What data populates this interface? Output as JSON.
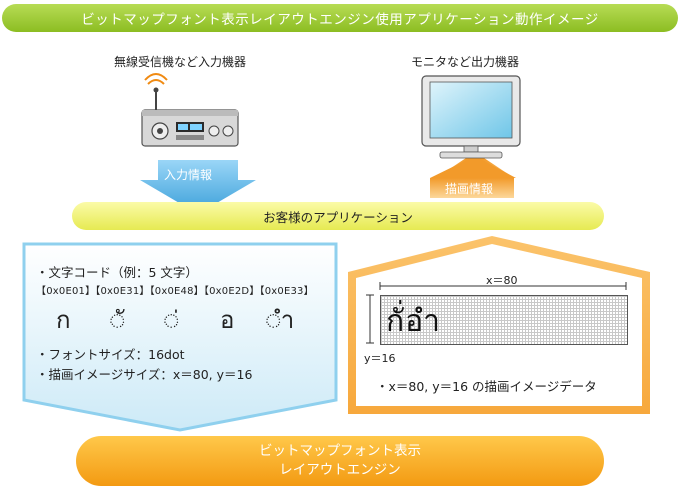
{
  "title": "ビットマップフォント表示レイアウトエンジン使用アプリケーション動作イメージ",
  "input_device_label": "無線受信機など入力機器",
  "output_device_label": "モニタなど出力機器",
  "input_arrow_label": "入力情報",
  "output_arrow_label": "描画情報",
  "app_bar_label": "お客様のアプリケーション",
  "left_panel": {
    "char_code_line": "・文字コード（例：5 文字）",
    "codes": [
      "【0x0E01】",
      "【0x0E31】",
      "【0x0E48】",
      "【0x0E2D】",
      "【0x0E33】"
    ],
    "thai_chars": [
      "ก",
      "◌ั",
      "◌่",
      "อ",
      "◌ำ"
    ],
    "font_size_line": "・フォントサイズ：16dot",
    "image_size_line": "・描画イメージサイズ：x＝80, y＝16"
  },
  "right_panel": {
    "x_label": "x＝80",
    "y_label": "y＝16",
    "rendered_text": "กั่อำ",
    "caption": "・x＝80, y＝16 の描画イメージデータ"
  },
  "engine_label_line1": "ビットマップフォント表示",
  "engine_label_line2": "レイアウトエンジン",
  "colors": {
    "title_green": "#8cbd22",
    "app_yellow": "#e6ea52",
    "input_blue": "#5ab4e8",
    "output_orange": "#f7b04a",
    "engine_orange": "#f39a12"
  }
}
